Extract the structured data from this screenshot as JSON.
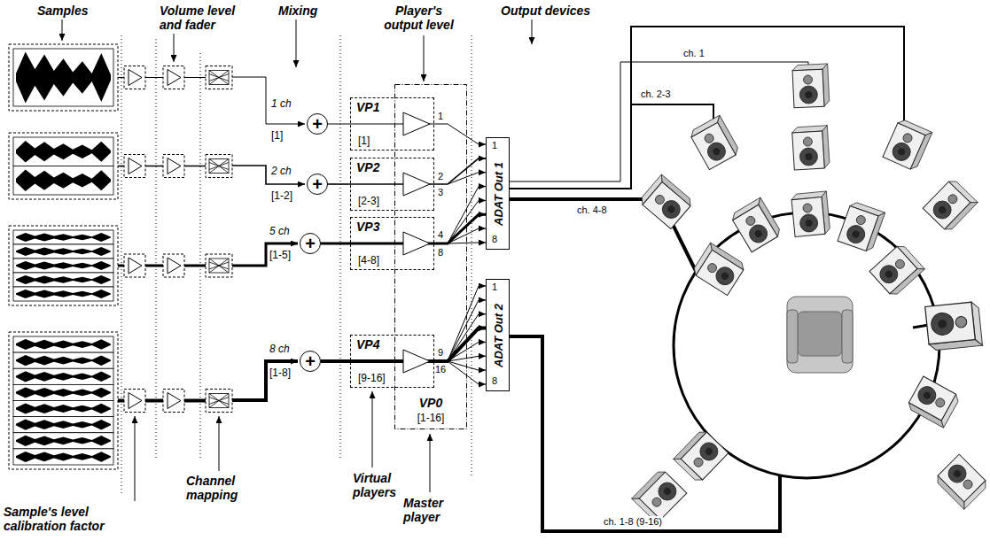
{
  "diagram": {
    "nodes": [
      {
        "text": [
          "VP0",
          "[1-16]"
        ]
      },
      {
        "text": [
          "+"
        ]
      },
      {
        "text": [
          "+"
        ]
      },
      {
        "text": [
          "+"
        ]
      },
      {
        "text": [
          "+"
        ]
      },
      {
        "text": [
          "VP1",
          "[1]"
        ]
      },
      {
        "text": [
          "VP2",
          "[2-3]"
        ]
      },
      {
        "text": [
          "VP3",
          "[4-8]"
        ]
      },
      {
        "text": [
          "VP4",
          "[9-16]"
        ]
      },
      {
        "text": [
          "ADAT Out 1"
        ]
      },
      {
        "text": [
          "ADAT Out 2"
        ]
      }
    ],
    "edges": [
      {
        "from": 1,
        "to": 5,
        "arrow": "none"
      },
      {
        "from": 2,
        "to": 6,
        "arrow": "none"
      },
      {
        "from": 3,
        "to": 7,
        "arrow": "none"
      },
      {
        "from": 4,
        "to": 8,
        "arrow": "none"
      },
      {
        "from": 5,
        "to": 9,
        "arrow": "to"
      },
      {
        "from": 6,
        "to": 9,
        "arrow": "to"
      },
      {
        "from": 7,
        "to": 9,
        "arrow": "to"
      },
      {
        "from": 8,
        "to": 10,
        "arrow": "to"
      }
    ],
    "labels": [
      "Samples",
      "Volume level and fader",
      "Mixing",
      "Player's output level",
      "Output devices",
      "1 ch",
      "[1]",
      "2 ch",
      "[1-2]",
      "5 ch",
      "[1-5]",
      "8 ch",
      "[1-8]",
      "1",
      "2",
      "3",
      "4",
      "8",
      "9",
      "16",
      "1",
      "8",
      "1",
      "8",
      "ch. 1",
      "ch. 2-3",
      "ch. 4-8",
      "ch. 1-8 (9-16)",
      "Virtual players",
      "Master player",
      "Channel mapping",
      "Sample's level calibration factor"
    ]
  }
}
